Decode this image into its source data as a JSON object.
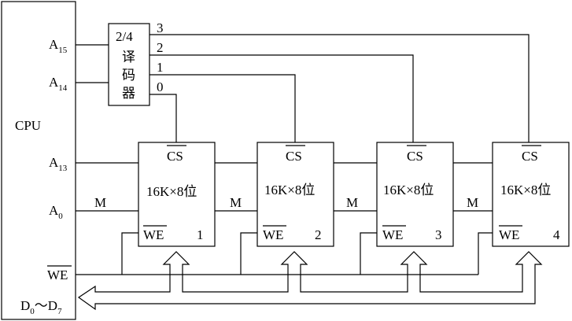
{
  "cpu": {
    "label": "CPU",
    "pins": {
      "a15": {
        "base": "A",
        "sub": "15"
      },
      "a14": {
        "base": "A",
        "sub": "14"
      },
      "a13": {
        "base": "A",
        "sub": "13"
      },
      "a0": {
        "base": "A",
        "sub": "0"
      },
      "we": "WE",
      "data": {
        "d0": "D",
        "d0_sub": "0",
        "tilde": "～",
        "d7": "D",
        "d7_sub": "7"
      }
    }
  },
  "decoder": {
    "label": "2/4",
    "chars": [
      "译",
      "码",
      "器"
    ],
    "outputs": [
      "3",
      "2",
      "1",
      "0"
    ]
  },
  "bus_label": "M",
  "chips": [
    {
      "cs": "CS",
      "capacity": "16K×8位",
      "we": "WE",
      "index": "1"
    },
    {
      "cs": "CS",
      "capacity": "16K×8位",
      "we": "WE",
      "index": "2"
    },
    {
      "cs": "CS",
      "capacity": "16K×8位",
      "we": "WE",
      "index": "3"
    },
    {
      "cs": "CS",
      "capacity": "16K×8位",
      "we": "WE",
      "index": "4"
    }
  ]
}
